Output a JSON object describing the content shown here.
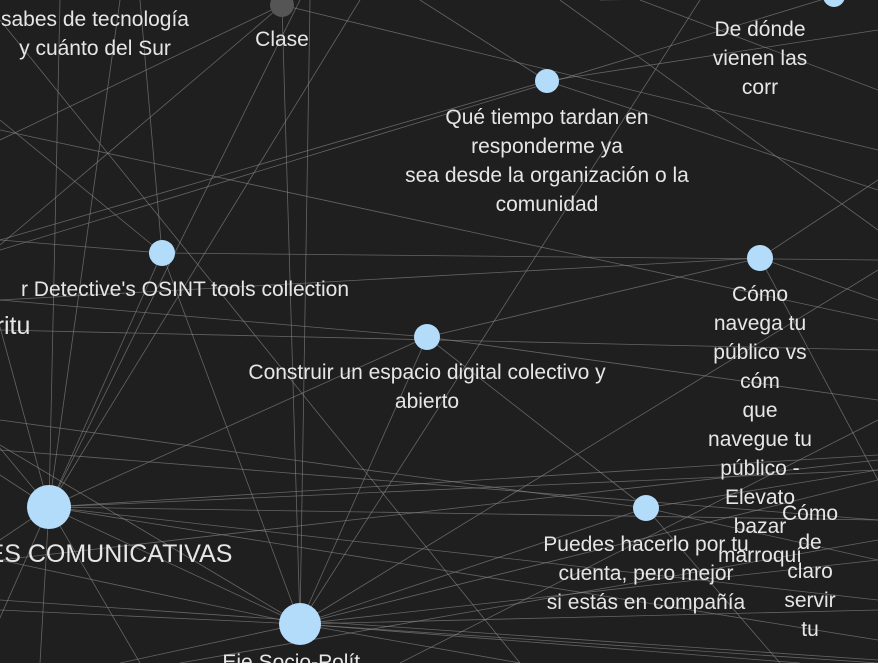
{
  "colors": {
    "background": "#1f1f1f",
    "node": "#b3dcfb",
    "node_dim": "#555555",
    "edge": "#8a8a8a",
    "label": "#e6e6e6"
  },
  "nodes": [
    {
      "id": "sabes-tecnologia",
      "label": "sabes de tecnología\ny cuánto del Sur"
    },
    {
      "id": "clase",
      "label": "Clase"
    },
    {
      "id": "de-donde-vienen",
      "label": "De dónde vienen las corr"
    },
    {
      "id": "que-tiempo-tardan",
      "label": "Qué tiempo tardan en responderme ya\nsea desde la organización o la comunidad"
    },
    {
      "id": "osint-tools",
      "label": "r Detective's OSINT tools collection"
    },
    {
      "id": "ritu",
      "label": "ritu"
    },
    {
      "id": "como-navega",
      "label": "Cómo navega tu público vs cóm\nque navegue tu público - Elevato\nbazar marroquí"
    },
    {
      "id": "construir-espacio",
      "label": "Construir un espacio digital colectivo y\nabierto"
    },
    {
      "id": "comunicativas",
      "label": "ES COMUNICATIVAS"
    },
    {
      "id": "puedes-hacerlo",
      "label": "Puedes hacerlo por tu cuenta, pero mejor\nsi estás en compañía"
    },
    {
      "id": "como-de-claro",
      "label": "Cómo de claro\nservir tu"
    },
    {
      "id": "bottom-hub",
      "label": "Eje Socio-Polít..."
    }
  ]
}
